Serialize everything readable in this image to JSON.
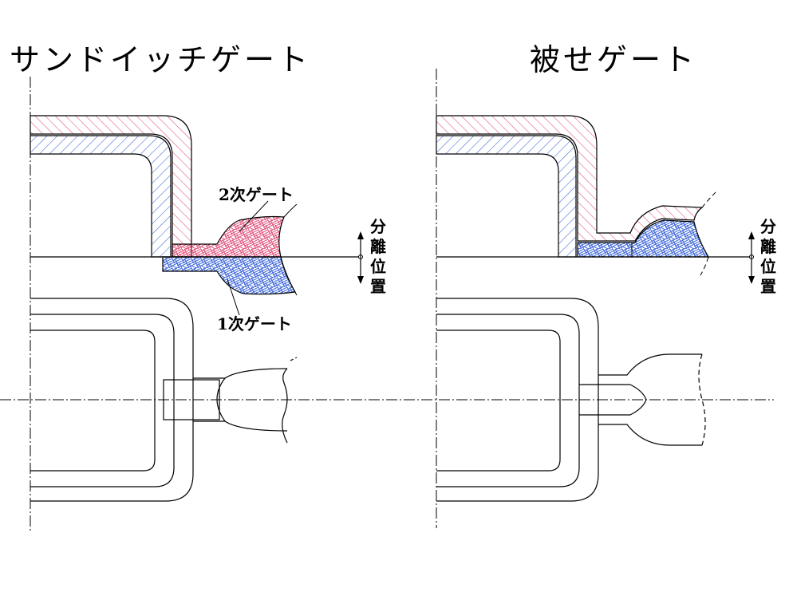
{
  "left_panel": {
    "title": "サンドイッチゲート",
    "secondary_gate_label": "2次ゲート",
    "primary_gate_label": "1次ゲート",
    "parting_line_label": [
      "分",
      "離",
      "位",
      "置"
    ]
  },
  "right_panel": {
    "title": "被せゲート",
    "parting_line_label": [
      "分",
      "離",
      "位",
      "置"
    ]
  },
  "colors": {
    "secondary_material": "#e0507a",
    "primary_material": "#3a64d8",
    "line": "#000000"
  }
}
